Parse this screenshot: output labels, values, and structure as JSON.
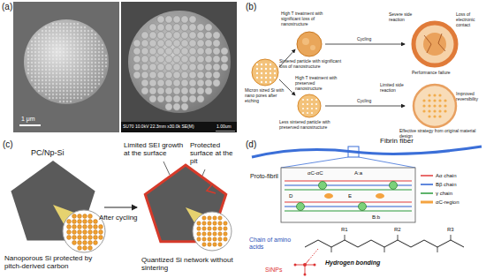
{
  "diagram": {
    "labels": [
      "(a)",
      "1 μm",
      "SU70 10.0kV 22.3mm x30.0k SE(M)",
      "1.00um",
      "(b)",
      "Micron sized Si with nano pores after etching",
      "High T treatment with significant loss of nanostructure",
      "High T treatment with preserved nanostructure",
      "Sintered particle with significant loss of nanostructure",
      "Cycling",
      "Severe side reaction",
      "Loss of electronic contact",
      "Performance failure",
      "Less sintered particle with preserved nanostructure",
      "Cycling",
      "Limited side reaction",
      "Improved reversibility",
      "Effective strategy from original material design",
      "(c)",
      "PC/Np-Si",
      "After cycling",
      "Limited SEI growth at the surface",
      "Protected surface at the pit",
      "Nanoporous Si protected by pitch-derived carbon",
      "Quantized Si network without sintering",
      "(d)",
      "Fibrin fiber",
      "Proto-fibril",
      "αC-αC",
      "A:a",
      "D",
      "E",
      "B:b",
      "Chain of amino acids",
      "Hydrogen bonding",
      "SiNPs",
      "R1",
      "R2",
      "R3"
    ],
    "legend": [
      {
        "text": "Aα chain"
      },
      {
        "text": "Bβ chain"
      },
      {
        "text": "γ chain"
      },
      {
        "text": "αC-region"
      }
    ]
  }
}
